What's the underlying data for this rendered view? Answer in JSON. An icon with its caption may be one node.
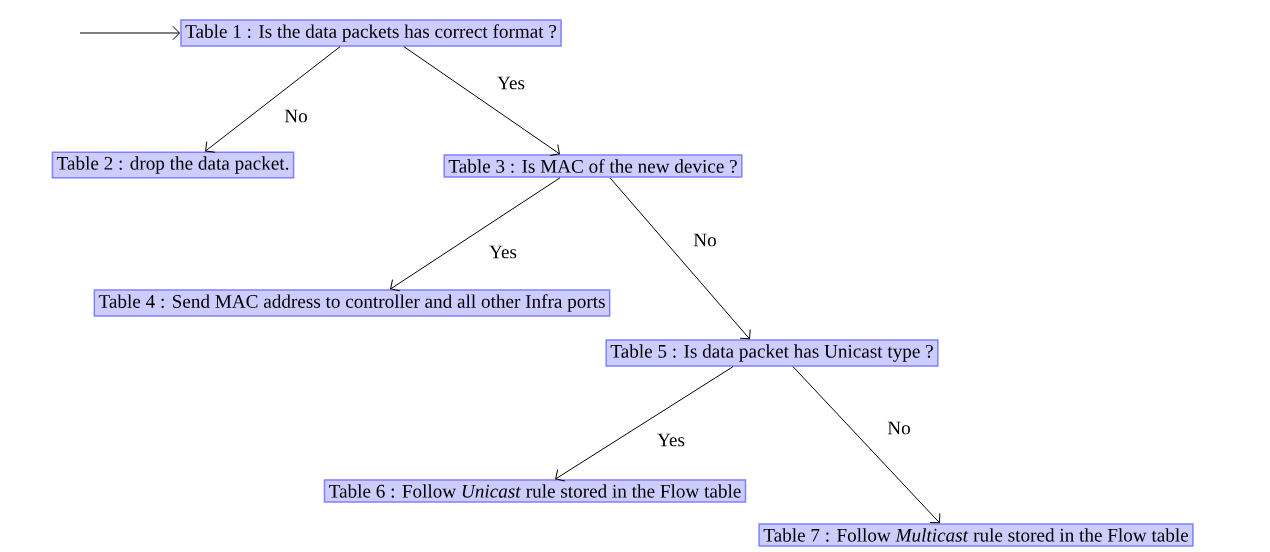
{
  "diagram": {
    "nodes": [
      {
        "text": [
          "Table 1 : Is the data packets has correct format ?"
        ]
      },
      {
        "text": [
          "Table 2 : drop the data packet."
        ]
      },
      {
        "text": [
          "Table 3 : Is MAC of the new device ?"
        ]
      },
      {
        "text": [
          "Table 4 : Send MAC address to controller and all other Infra ports"
        ]
      },
      {
        "text": [
          "Table 5 : Is data packet has Unicast type ?"
        ]
      },
      {
        "text": [
          "Table 6 : Follow *Unicast* rule stored in the Flow table"
        ]
      },
      {
        "text": [
          "Table 7 : Follow *Multicast* rule stored in the Flow table"
        ]
      }
    ],
    "edges": [
      {
        "from": null,
        "to": 0,
        "arrow": "to"
      },
      {
        "from": 0,
        "to": 1,
        "arrow": "to",
        "label": "No"
      },
      {
        "from": 0,
        "to": 2,
        "arrow": "to",
        "label": "Yes"
      },
      {
        "from": 2,
        "to": 3,
        "arrow": "to",
        "label": "Yes"
      },
      {
        "from": 2,
        "to": 4,
        "arrow": "to",
        "label": "No"
      },
      {
        "from": 4,
        "to": 5,
        "arrow": "to",
        "label": "Yes"
      },
      {
        "from": 4,
        "to": 6,
        "arrow": "to",
        "label": "No"
      }
    ]
  }
}
